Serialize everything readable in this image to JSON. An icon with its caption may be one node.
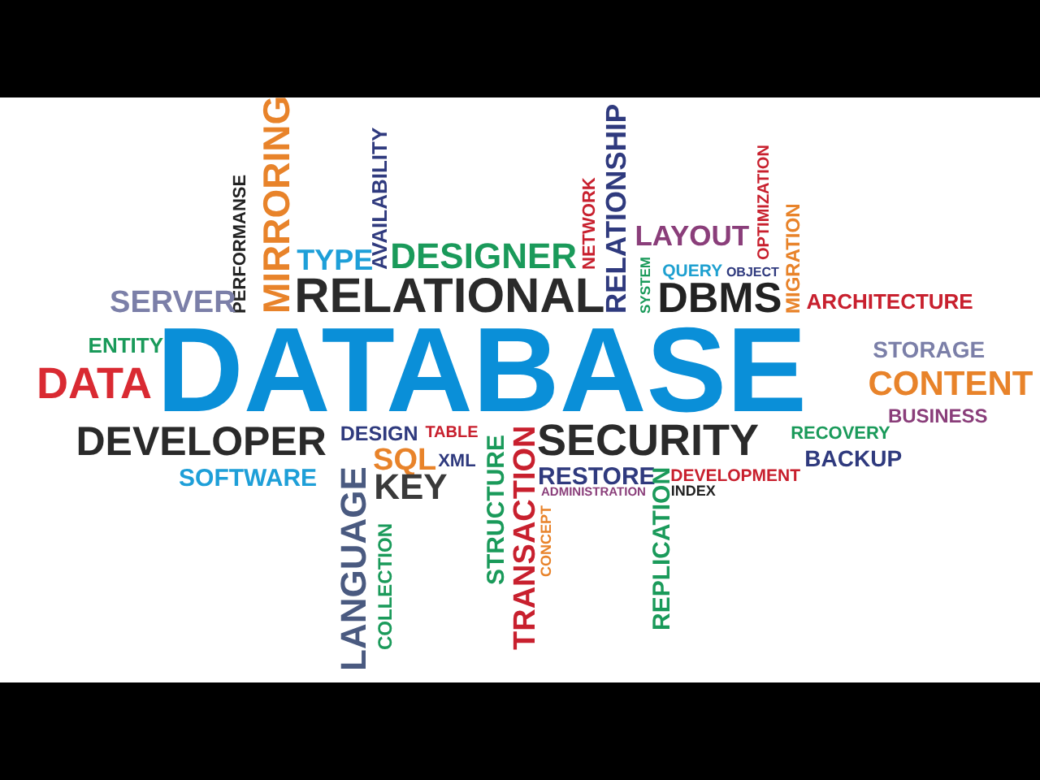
{
  "diagram": {
    "labels": [
      "PERFORMANSE",
      "MIRRORING",
      "AVAILABILITY",
      "NETWORK",
      "RELATIONSHIP",
      "LAYOUT",
      "OPTIMIZATION",
      "MIGRATION",
      "TYPE",
      "DESIGNER",
      "SERVER",
      "RELATIONAL",
      "SYSTEM",
      "QUERY",
      "OBJECT",
      "DBMS",
      "ARCHITECTURE",
      "ENTITY",
      "STORAGE",
      "DATA",
      "DATABASE",
      "CONTENT",
      "BUSINESS",
      "DEVELOPER",
      "DESIGN",
      "TABLE",
      "SECURITY",
      "RECOVERY",
      "SQL",
      "XML",
      "BACKUP",
      "SOFTWARE",
      "KEY",
      "RESTORE",
      "DEVELOPMENT",
      "ADMINISTRATION",
      "INDEX",
      "LANGUAGE",
      "COLLECTION",
      "STRUCTURE",
      "TRANSACTION",
      "CONCEPT",
      "REPLICATION"
    ]
  }
}
